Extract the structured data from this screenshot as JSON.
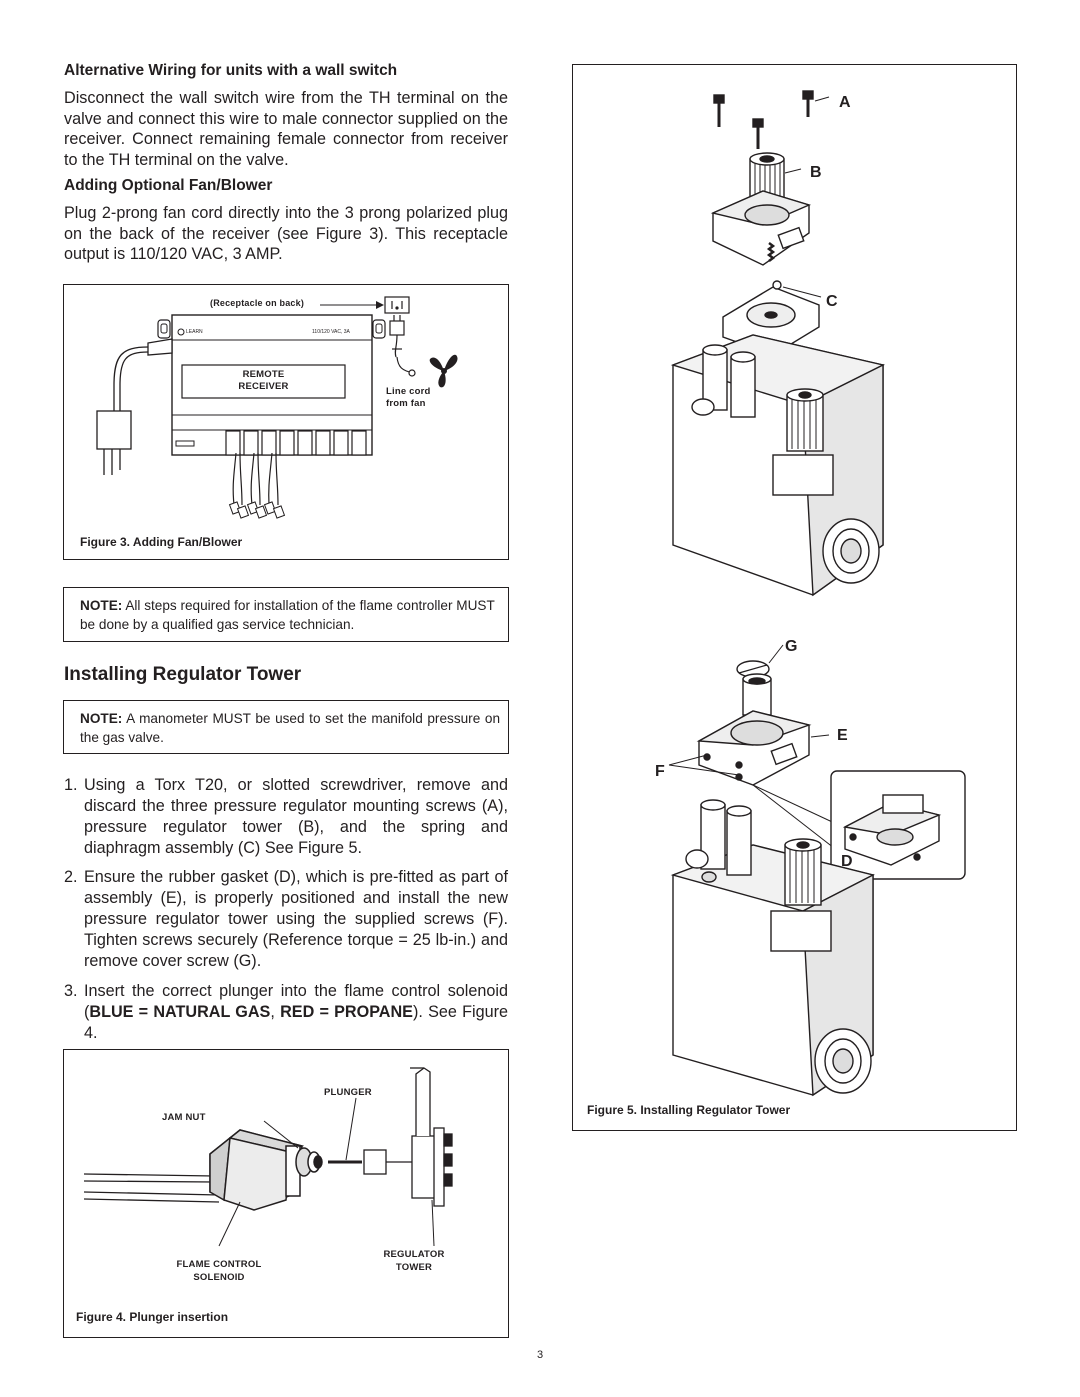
{
  "left": {
    "alt_wiring_heading": "Alternative Wiring for units with a wall switch",
    "alt_wiring_text": "Disconnect the wall switch wire from the TH terminal on the valve and connect this wire to male connector supplied on the receiver. Connect remaining female connector from receiver to the TH terminal on the valve.",
    "fan_heading": "Adding Optional Fan/Blower",
    "fan_text": "Plug 2-prong fan cord directly into the 3 prong polarized plug on the back of the receiver (see Figure 3). This receptacle output is 110/120 VAC, 3 AMP.",
    "note1_label": "NOTE:",
    "note1_text": " All steps required for installation of the flame controller MUST be done by a qualified gas service technician.",
    "section_title": "Installing Regulator Tower",
    "note2_label": "NOTE:",
    "note2_text": " A manometer MUST be used to set the manifold pressure on the gas valve.",
    "steps": [
      {
        "num": "1.",
        "text": "Using a Torx T20, or slotted screwdriver, remove and discard the three pressure regulator mounting screws (A), pressure regulator tower (B), and the spring and diaphragm assembly (C) See Figure 5."
      },
      {
        "num": "2.",
        "text": "Ensure the rubber gasket (D), which is pre-fitted as part of assembly (E), is properly positioned and install the new pressure regulator tower using the supplied screws (F). Tighten screws securely (Reference torque = 25 lb-in.) and remove cover screw (G)."
      },
      {
        "num": "3.",
        "text_a": "Insert the correct plunger into the flame control solenoid (",
        "bold": "BLUE = NATURAL GAS",
        "text_b": ", ",
        "bold2": "RED = PROPANE",
        "text_c": "). See Figure 4."
      }
    ]
  },
  "figure3": {
    "caption": "Figure 3. Adding Fan/Blower",
    "receptacle_label": "(Receptacle on back)",
    "receiver_label_1": "REMOTE",
    "receiver_label_2": "RECEIVER",
    "learn_label": "LEARN",
    "volt_label": "110/120 VAC, 3A",
    "linecord_1": "Line cord",
    "linecord_2": "from fan"
  },
  "figure4": {
    "caption": "Figure 4. Plunger insertion",
    "plunger": "PLUNGER",
    "jam_nut": "JAM NUT",
    "flame_control_1": "FLAME CONTROL",
    "flame_control_2": "SOLENOID",
    "regulator_1": "REGULATOR",
    "regulator_2": "TOWER"
  },
  "figure5": {
    "caption": "Figure 5. Installing Regulator Tower",
    "labels": {
      "A": "A",
      "B": "B",
      "C": "C",
      "G": "G",
      "E": "E",
      "F": "F",
      "D": "D"
    }
  },
  "page_number": "3"
}
